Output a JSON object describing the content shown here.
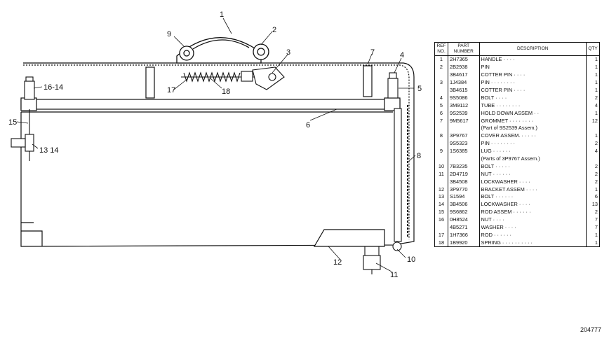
{
  "diagram": {
    "callouts": [
      "1",
      "2",
      "3",
      "4",
      "5",
      "6",
      "7",
      "8",
      "9",
      "10",
      "11",
      "12",
      "13 14",
      "15",
      "16-14",
      "17",
      "18"
    ]
  },
  "parts_table": {
    "headers": {
      "ref_no": "REF NO.",
      "part_number": "PART NUMBER",
      "description": "DESCRIPTION",
      "qty": "QTY"
    },
    "rows": [
      {
        "ref": "1",
        "part": "2H7365",
        "desc": "HANDLE · · · ·",
        "qty": "1"
      },
      {
        "ref": "2",
        "part": "2B2938",
        "desc": "PIN",
        "qty": "1"
      },
      {
        "ref": "",
        "part": "3B4617",
        "desc": "COTTER PIN · · · ·",
        "qty": "1"
      },
      {
        "ref": "3",
        "part": "1J4384",
        "desc": "PIN · · · · · · · ·",
        "qty": "1"
      },
      {
        "ref": "",
        "part": "3B4615",
        "desc": "COTTER PIN · · · ·",
        "qty": "1"
      },
      {
        "ref": "4",
        "part": "9S5086",
        "desc": "BOLT · · · ·",
        "qty": "2"
      },
      {
        "ref": "5",
        "part": "3M9112",
        "desc": "TUBE · · · · · · · ·",
        "qty": "4"
      },
      {
        "ref": "6",
        "part": "9S2539",
        "desc": "HOLD DOWN ASSEM · ·",
        "qty": "1"
      },
      {
        "ref": "7",
        "part": "9M5617",
        "desc": "GROMMET · · · · · · · ·",
        "qty": "12"
      },
      {
        "ref": "",
        "part": "",
        "desc": "(Part of 9S2539 Assem.)",
        "qty": ""
      },
      {
        "ref": "8",
        "part": "3P9767",
        "desc": "COVER ASSEM. · · · · ·",
        "qty": "1"
      },
      {
        "ref": "",
        "part": "9S5323",
        "desc": "PIN · · · · · · · ·",
        "qty": "2"
      },
      {
        "ref": "9",
        "part": "1S6385",
        "desc": "LUG · · · · · ·",
        "qty": "4"
      },
      {
        "ref": "",
        "part": "",
        "desc": "(Parts of 3P9767 Assem.)",
        "qty": ""
      },
      {
        "ref": "10",
        "part": "7B3235",
        "desc": "BOLT · · · · ·",
        "qty": "2"
      },
      {
        "ref": "11",
        "part": "2D4719",
        "desc": "NUT · · · · · ·",
        "qty": "2"
      },
      {
        "ref": "",
        "part": "3B4508",
        "desc": "LOCKWASHER · · · ·",
        "qty": "2"
      },
      {
        "ref": "12",
        "part": "3P9770",
        "desc": "BRACKET ASSEM · · · ·",
        "qty": "1"
      },
      {
        "ref": "13",
        "part": "S1594",
        "desc": "BOLT · · · · · ·",
        "qty": "6"
      },
      {
        "ref": "14",
        "part": "3B4506",
        "desc": "LOCKWASHER · · · ·",
        "qty": "13"
      },
      {
        "ref": "15",
        "part": "9S6862",
        "desc": "ROD ASSEM · · · · · ·",
        "qty": "2"
      },
      {
        "ref": "16",
        "part": "0H8524",
        "desc": "NUT · · · ·",
        "qty": "7"
      },
      {
        "ref": "",
        "part": "4B5271",
        "desc": "WASHER · · · ·",
        "qty": "7"
      },
      {
        "ref": "17",
        "part": "1H7366",
        "desc": "ROD · · · · · ·",
        "qty": "1"
      },
      {
        "ref": "18",
        "part": "1B9920",
        "desc": "SPRING · · · · · · · · · ·",
        "qty": "1"
      }
    ]
  },
  "doc_number": "204777"
}
